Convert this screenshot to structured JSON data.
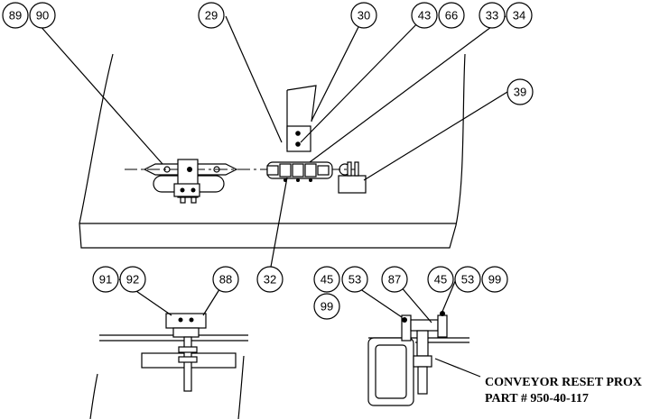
{
  "balloons": {
    "b89": "89",
    "b90": "90",
    "b29": "29",
    "b30": "30",
    "b43": "43",
    "b66": "66",
    "b33": "33",
    "b34": "34",
    "b39": "39",
    "b32": "32",
    "b91": "91",
    "b92": "92",
    "b88": "88",
    "b45a": "45",
    "b53a": "53",
    "b99a": "99",
    "b87": "87",
    "b45b": "45",
    "b53b": "53",
    "b99b": "99"
  },
  "note": {
    "line1": "CONVEYOR RESET PROX",
    "line2": "PART # 950-40-117"
  }
}
